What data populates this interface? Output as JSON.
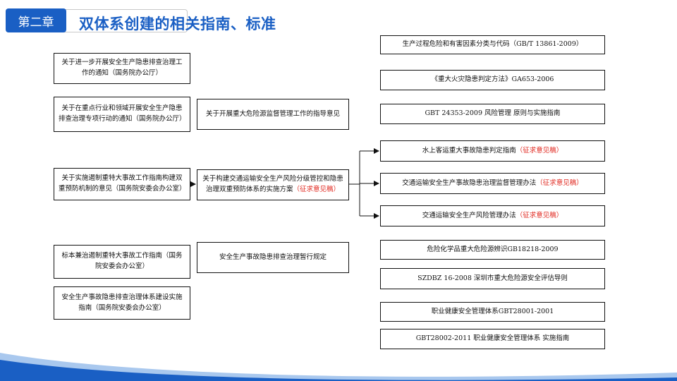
{
  "header": {
    "chapter": "第二章",
    "title": "双体系创建的相关指南、标准"
  },
  "left_boxes": [
    "关于进一步开展安全生产隐患排查治理工作的通知（国务院办公厅）",
    "关于在重点行业和领域开展安全生产隐患排查治理专项行动的通知（国务院办公厅）",
    "关于实施遏制重特大事故工作指南构建双重预防机制的意见（国务院安委会办公室）",
    "标本兼治遏制重特大事故工作指南（国务院安委会办公室）",
    "安全生产事故隐患排查治理体系建设实施指南（国务院安委会办公室）"
  ],
  "middle_boxes": {
    "guidance": "关于开展重大危险源监督管理工作的指导意见",
    "transport_text": "关于构建交通运输安全生产风险分级管控和隐患治理双重预防体系的实施方案",
    "transport_draft": "（征求意见稿）",
    "regulation": "安全生产事故隐患排查治理暂行规定"
  },
  "right_boxes": [
    {
      "text": "生产过程危险和有害因素分类与代码（GB/T 13861-2009）",
      "draft": ""
    },
    {
      "text": "《重大火灾隐患判定方法》GA653-2006",
      "draft": ""
    },
    {
      "text": "GBT 24353-2009 风险管理 原则与实施指南",
      "draft": ""
    },
    {
      "text": "水上客运重大事故隐患判定指南",
      "draft": "（征求意见稿）"
    },
    {
      "text": "交通运输安全生产事故隐患治理监督管理办法",
      "draft": "（征求意见稿）"
    },
    {
      "text": "交通运输安全生产风险管理办法",
      "draft": "（征求意见稿）"
    },
    {
      "text": "危险化学品重大危险源辨识GB18218-2009",
      "draft": ""
    },
    {
      "text": "SZDBZ 16-2008 深圳市重大危险源安全评估导则",
      "draft": ""
    },
    {
      "text": "职业健康安全管理体系GBT28001-2001",
      "draft": ""
    },
    {
      "text": "GBT28002-2011 职业健康安全管理体系 实施指南",
      "draft": ""
    }
  ],
  "colors": {
    "accent": "#1a5fc4",
    "draft": "#e0261d"
  }
}
